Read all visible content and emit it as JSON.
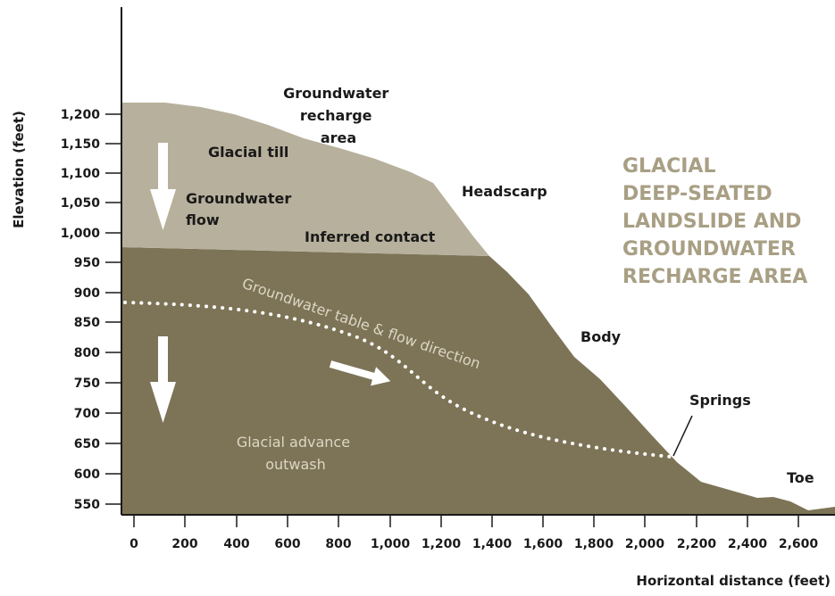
{
  "title_lines": [
    "GLACIAL",
    "DEEP-SEATED",
    "LANDSLIDE AND",
    "GROUNDWATER",
    "RECHARGE AREA"
  ],
  "axes": {
    "y_title": "Elevation (feet)",
    "x_title": "Horizontal distance (feet)",
    "y_ticks": [
      "1,200",
      "1,150",
      "1,100",
      "1,050",
      "1,000",
      "950",
      "900",
      "850",
      "800",
      "750",
      "700",
      "650",
      "600",
      "550"
    ],
    "x_ticks": [
      "0",
      "200",
      "400",
      "600",
      "800",
      "1,000",
      "1,200",
      "1,400",
      "1,600",
      "1,800",
      "2,000",
      "2,200",
      "2,400",
      "2,600"
    ]
  },
  "labels": {
    "recharge_area": [
      "Groundwater",
      "recharge",
      "area"
    ],
    "glacial_till": "Glacial till",
    "groundwater_flow": [
      "Groundwater",
      "flow"
    ],
    "headscarp": "Headscarp",
    "inferred_contact": "Inferred contact",
    "water_table": "Groundwater table & flow direction",
    "body": "Body",
    "springs": "Springs",
    "outwash": [
      "Glacial advance",
      "outwash"
    ],
    "toe": "Toe"
  },
  "colors": {
    "till": "#b7b09c",
    "outwash": "#7d7457",
    "title": "#a89f84",
    "light_text": "#dcd6c4",
    "dark_text": "#1a1a1a"
  }
}
